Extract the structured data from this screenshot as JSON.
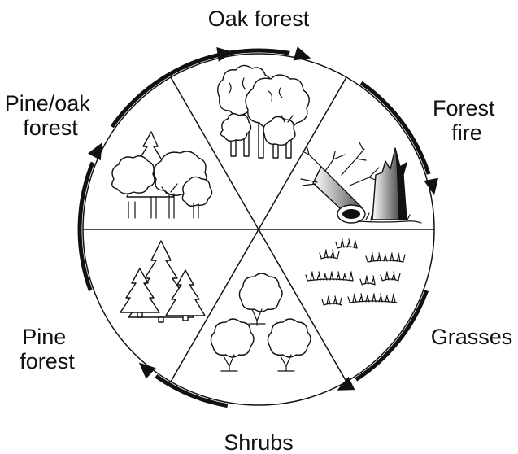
{
  "diagram": {
    "stages": [
      {
        "id": "oak-forest",
        "lines": [
          "Oak forest"
        ]
      },
      {
        "id": "forest-fire",
        "lines": [
          "Forest",
          "fire"
        ]
      },
      {
        "id": "grasses",
        "lines": [
          "Grasses"
        ]
      },
      {
        "id": "shrubs",
        "lines": [
          "Shrubs"
        ]
      },
      {
        "id": "pine-forest",
        "lines": [
          "Pine",
          "forest"
        ]
      },
      {
        "id": "pine-oak-forest",
        "lines": [
          "Pine/oak",
          "forest"
        ]
      }
    ],
    "cycle_direction": "clockwise",
    "colors": {
      "ink": "#111111",
      "background": "#ffffff"
    }
  }
}
